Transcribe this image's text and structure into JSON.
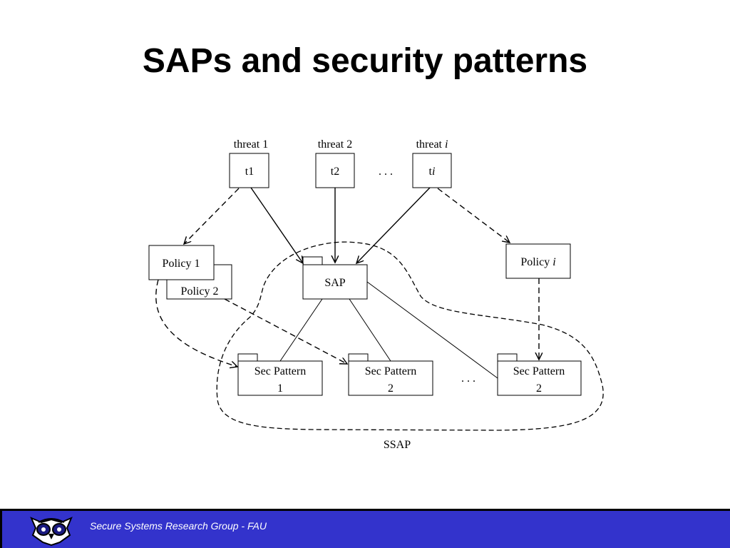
{
  "slide": {
    "title": "SAPs and security patterns"
  },
  "diagram": {
    "threats": [
      {
        "label": "threat 1",
        "box": "t1"
      },
      {
        "label": "threat 2",
        "box": "t2"
      },
      {
        "label": "threat ",
        "label_italic": "i",
        "box": "t",
        "box_italic": "i"
      }
    ],
    "ellipsis_threats": ". . .",
    "policies": [
      "Policy 1",
      "Policy 2"
    ],
    "policy_i": {
      "text": "Policy ",
      "italic": "i"
    },
    "sap_label": "SAP",
    "patterns": [
      {
        "line1": "Sec Pattern",
        "line2": "1"
      },
      {
        "line1": "Sec Pattern",
        "line2": "2"
      },
      {
        "line1": "Sec Pattern",
        "line2": "2"
      }
    ],
    "ellipsis_patterns": ". . .",
    "ssap_label": "SSAP"
  },
  "footer": {
    "text": "Secure Systems Research Group - FAU",
    "background": "#3333cc",
    "logo_icon": "owl-logo-icon"
  }
}
